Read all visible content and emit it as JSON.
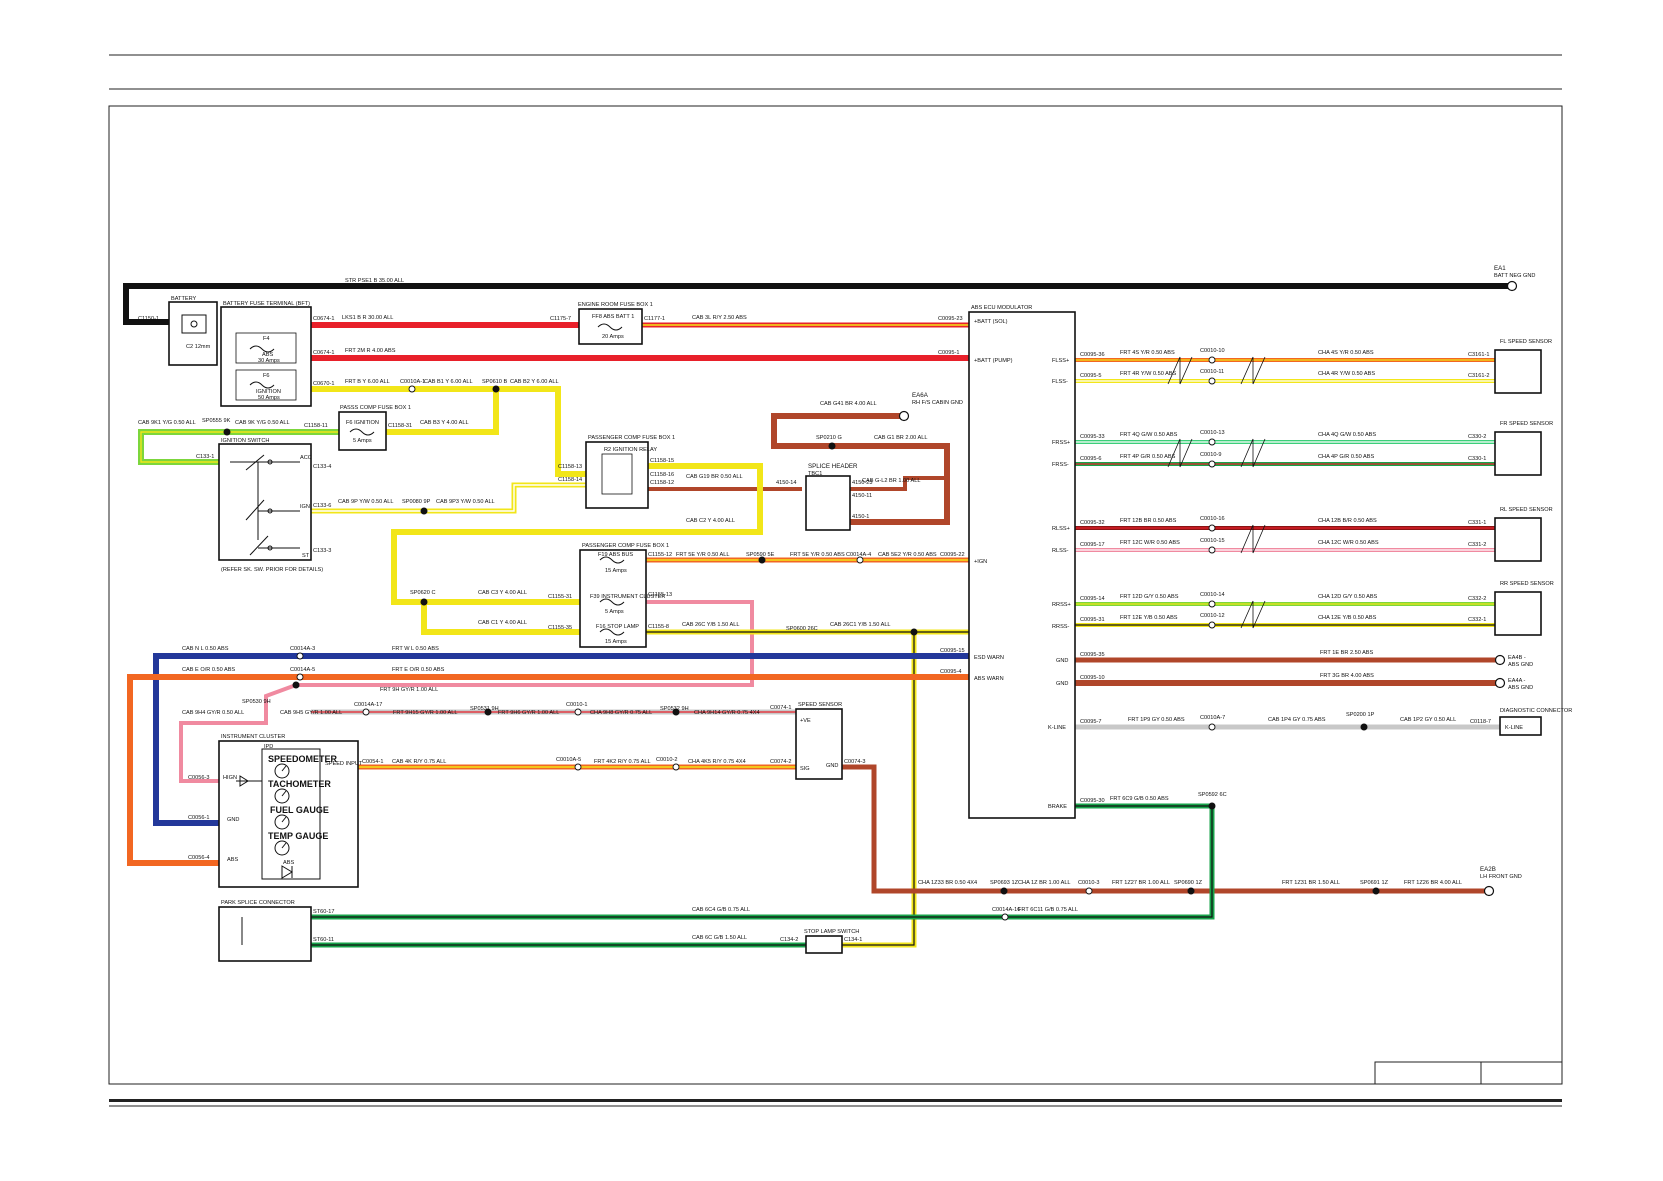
{
  "colors": {
    "black": "#111111",
    "red": "#e8202a",
    "orange": "#f26722",
    "yellow": "#f2e619",
    "green": "#17a34a",
    "lightgreen": "#7cd63c",
    "blue": "#23389a",
    "brown": "#b0462a",
    "grey": "#c8c8c8",
    "pink": "#f08aa0",
    "darkred": "#8b1414",
    "white": "#ffffff"
  },
  "components": {
    "battery": "BATTERY",
    "battery_sub": "C2 12mm",
    "bft": "BATTERY FUSE TERMINAL (BFT)",
    "f4": "F4",
    "f4_sub": "ABS",
    "f4_amp": "30 Amps",
    "f6": "F6",
    "f6_sub": "IGNITION",
    "f6_amp": "50 Amps",
    "ecfb": "ENGINE ROOM FUSE BOX 1",
    "ecfb_fuse": "FF8 ABS BATT 1",
    "ecfb_amp": "20 Amps",
    "pass_fb2": "PASSS COMP FUSE BOX 1",
    "pass_fb2_fuse": "F6 IGNITION",
    "pass_fb2_amp": "5 Amps",
    "ign_switch": "IGNITION SWITCH",
    "ign_note": "(REFER SK. SW. PRIOR FOR DETAILS)",
    "ign_acc": "ACC",
    "ign_ign": "IGN",
    "ign_st": "ST",
    "pcfb1": "PASSENGER COMP FUSE BOX 1",
    "pcfb1_relay": "R2 IGNITION RELAY",
    "splice": "SPLICE HEADER",
    "splice_sub": "TBC1",
    "pcfb_low": "PASSENGER COMP FUSE BOX 1",
    "pcfb_low_f1": "F19 ABS BUS",
    "pcfb_low_f1_amp": "15 Amps",
    "pcfb_low_f2": "F39 INSTRUMENT CLUSTER",
    "pcfb_low_f2_amp": "5 Amps",
    "pcfb_low_f3": "F16 STOP LAMP",
    "pcfb_low_f3_amp": "15 Amps",
    "abs": "ABS ECU MODULATOR",
    "abs_batt_sol": "+BATT (SOL)",
    "abs_batt_pump": "+BATT (PUMP)",
    "abs_ign": "+IGN",
    "abs_esd": "ESD WARN",
    "abs_warn": "ABS WARN",
    "abs_flss_p": "FLSS+",
    "abs_flss_m": "FLSS-",
    "abs_frss_p": "FRSS+",
    "abs_frss_m": "FRSS-",
    "abs_rlss_p": "RLSS+",
    "abs_rlss_m": "RLSS-",
    "abs_rrss_p": "RRSS+",
    "abs_rrss_m": "RRSS-",
    "abs_gnd1": "GND",
    "abs_gnd2": "GND",
    "abs_kline": "K-LINE",
    "abs_brake": "BRAKE",
    "fl_sensor": "FL SPEED SENSOR",
    "fr_sensor": "FR SPEED SENSOR",
    "rl_sensor": "RL SPEED SENSOR",
    "rr_sensor": "RR SPEED SENSOR",
    "diag": "DIAGNOSTIC CONNECTOR",
    "diag_kline": "K-LINE",
    "speed_sensor": "SPEED SENSOR",
    "speed_ve": "+VE",
    "speed_sig": "SIG",
    "speed_gnd": "GND",
    "cluster": "INSTRUMENT CLUSTER",
    "cluster_ipd": "IPD",
    "gauge_speedo": "SPEEDOMETER",
    "gauge_tacho": "TACHOMETER",
    "gauge_fuel": "FUEL GAUGE",
    "gauge_temp": "TEMP GAUGE",
    "cluster_speed_in": "SPEED INPUT",
    "cluster_hign": "HIGN",
    "cluster_gnd": "GND",
    "cluster_abs": "ABS",
    "cluster_abs_lamp": "ABS",
    "park_splice": "PARK SPLICE CONNECTOR",
    "stop_switch": "STOP LAMP SWITCH",
    "ea1": "EA1",
    "ea1_sub": "BATT NEG GND",
    "ea6a": "EA6A",
    "ea6a_sub": "RH F/S CABIN GND",
    "ea4b": "EA4B -",
    "ea4b_sub": "ABS GND",
    "ea4a": "EA4A -",
    "ea4a_sub": "ABS GND",
    "ea2b": "EA2B",
    "ea2b_sub": "LH FRONT GND"
  },
  "wires": {
    "w_str": "STR   PSE1 B 35.00 ALL",
    "w_lk": "LKS1   B R 30.00 ALL",
    "w_abs_sol": "CAB    3L R/Y 2.50 ABS",
    "w_abs_pump": "FRT    2M R 4.00 ABS",
    "w_frt_by": "FRT    B Y 6.00 ALL",
    "w_cab_b1": "CAB   B1 Y 6.00 ALL",
    "w_sp0610": "SP0610 B",
    "w_cab_b2": "CAB   B2 Y 6.00 ALL",
    "w_cab_b3": "CAB    B3 Y 4.00 ALL",
    "w_cab_9k1": "CAB   9K1 Y/G 0.50 ALL",
    "w_sp0555": "SP0555 9K",
    "w_cab_9k": "CAB   9K Y/G 0.50 ALL",
    "w_cab_9p": "CAB    9P Y/W 0.50 ALL",
    "w_sp0080": "SP0080 9P",
    "w_cab_9p3": "CAB   9P3 Y/W 0.50 ALL",
    "w_cab_g41": "CAB     G41 BR 4.00 ALL",
    "w_sp0210": "SP0210 G",
    "w_cab_g1": "CAB    G1 BR 2.00 ALL",
    "w_cab_g19": "CAB    G19 BR 0.50 ALL",
    "w_cab_gl2": "CAB    G-L2 BR 1.00 ALL",
    "w_cab_c2": "CAB    C2 Y 4.00 ALL",
    "w_frt_5e": "FRT    5E Y/R 0.50 ALL",
    "w_sp0590": "SP0590 5E",
    "w_frt_5e2": "FRT    5E Y/R 0.50 ABS",
    "w_cab_5e2": "CAB    5E2 Y/R 0.50 ABS",
    "w_sp0620": "SP0620 C",
    "w_cab_c3": "CAB    C3 Y 4.00 ALL",
    "w_cab_c1": "CAB    C1 Y 4.00 ALL",
    "w_cab_26c": "CAB    26C Y/B 1.50 ALL",
    "w_sp0600": "SP0600 26C",
    "w_cab_26c1": "CAB    26C1 Y/B 1.50 ALL",
    "w_cab_nl": "CAB    N L 0.50 ABS",
    "w_frt_wl": "FRT    W L 0.50 ABS",
    "w_cab_e": "CAB    E O/R 0.50 ABS",
    "w_frt_e": "FRT    E O/R 0.50 ABS",
    "w_frt_9h": "FRT    9H GY/R 1.00 ALL",
    "w_sp0530": "SP0530 9H",
    "w_cab_9h4": "CAB    9H4 GY/R 0.50 ALL",
    "w_cab_9h5": "CAB    9H5 GY/R 1.00 ALL",
    "w_frt_9h15": "FRT    9H15 GY/R 1.00 ALL",
    "w_sp0531": "SP0531 9H",
    "w_frt_9h6": "FRT    9H6 GY/R 1.00 ALL",
    "w_cha_9h8": "CHA    9H8 GY/R 0.75 ALL",
    "w_sp0532": "SP0532 9H",
    "w_cha_9h14": "CHA    9H14 GY/R 0.75 4X4",
    "w_cab_4k": "CAB    4K R/Y 0.75 ALL",
    "w_frt_4k2": "FRT    4K2 R/Y 0.75 ALL",
    "w_cha_4k5": "CHA    4K5 R/Y 0.75 4X4",
    "w_fl1": "FRT    4S Y/R 0.50 ABS",
    "w_fl1c": "CHA    4S Y/R 0.50 ABS",
    "w_fl2": "FRT    4R Y/W 0.50 ABS",
    "w_fl2c": "CHA    4R Y/W 0.50 ABS",
    "w_fr1": "FRT    4Q G/W 0.50 ABS",
    "w_fr1c": "CHA    4Q G/W 0.50 ABS",
    "w_fr2": "FRT    4P G/R 0.50 ABS",
    "w_fr2c": "CHA    4P G/R 0.50 ABS",
    "w_rl1": "FRT    12B BR 0.50 ABS",
    "w_rl1c": "CHA    12B B/R 0.50 ABS",
    "w_rl2": "FRT    12C W/R 0.50 ABS",
    "w_rl2c": "CHA    12C W/R 0.50 ABS",
    "w_rr1": "FRT    12D G/Y 0.50 ABS",
    "w_rr1c": "CHA    12D G/Y 0.50 ABS",
    "w_rr2": "FRT    12E Y/B 0.50 ABS",
    "w_rr2c": "CHA    12E Y/B 0.50 ABS",
    "w_gnd1": "FRT    1E BR 2.50 ABS",
    "w_gnd2": "FRT    3G BR 4.00 ABS",
    "w_k1": "FRT    1P9 GY 0.50 ABS",
    "w_k2": "CAB    1P4 GY 0.75 ABS",
    "w_sp0200": "SP0200 1P",
    "w_k3": "CAB    1P2 GY 0.50 ALL",
    "w_sp0592": "SP0592 6C",
    "w_frt_6c9": "FRT    6C9 G/B 0.50 ABS",
    "w_cha_1z33": "CHA    1Z33 BR 0.50 4X4",
    "w_sp0693": "SP0693 1Z",
    "w_cha_1z": "CHA    1Z BR 1.00 ALL",
    "w_frt_1z27": "FRT    1Z27 BR 1.00 ALL",
    "w_sp0690": "SP0690 1Z",
    "w_frt_1z31": "FRT    1Z31 BR 1.50 ALL",
    "w_sp0691": "SP0691 1Z",
    "w_frt_1z26": "FRT    1Z26 BR 4.00 ALL",
    "w_cab_6c4": "CAB    6C4 G/B 0.75 ALL",
    "w_frt_6c11": "FRT    6C11 G/B 0.75 ALL",
    "w_cab_6c": "CAB    6C G/B 1.50 ALL"
  },
  "connectors": {
    "c1": "C1150-1",
    "c2": "C0674-1",
    "c3": "C0674-1",
    "c4": "C0670-1",
    "c5": "C1175-7",
    "c6": "C1177-1",
    "c7": "C0095-23",
    "c8": "C0095-1",
    "c9": "C0010A-1",
    "c10": "C1158-11",
    "c11": "C1158-31",
    "c12": "C133-1",
    "c13": "C133-4",
    "c14": "C133-6",
    "c15": "C133-3",
    "c16": "C1158-13",
    "c17": "C1158-14",
    "c18": "C1158-15",
    "c19": "C1158-12",
    "c20": "C1158-16",
    "c21": "4150-14",
    "c22": "4150-23",
    "c23": "4150-11",
    "c24": "4150-1",
    "c25": "C1155-12",
    "c26": "C0095-22",
    "c27": "C0014A-4",
    "c28": "C1155-31",
    "c29": "C1155-13",
    "c30": "C1155-35",
    "c31": "C1155-8",
    "c32": "C0014A-3",
    "c33": "C0095-15",
    "c34": "C0014A-5",
    "c35": "C0095-4",
    "c36": "C0014A-17",
    "c37": "C0010-1",
    "c38": "C0074-1",
    "c39": "C0056-3",
    "c40": "C0056-1",
    "c41": "C0056-4",
    "c42": "C0054-1",
    "c43": "C0010A-5",
    "c44": "C0010-2",
    "c45": "C0074-2",
    "c46": "C0074-3",
    "c47": "C0095-36",
    "c48": "C0095-5",
    "c49": "C0095-33",
    "c50": "C0095-6",
    "c51": "C0095-32",
    "c52": "C0095-17",
    "c53": "C0095-14",
    "c54": "C0095-31",
    "c55": "C0095-35",
    "c56": "C0095-10",
    "c57": "C0095-7",
    "c58": "C0095-30",
    "c59": "C0010-3",
    "c60": "C0014A-16",
    "c61": "C134-2",
    "c62": "C134-1",
    "c63": "ST60-17",
    "c64": "ST60-11",
    "c65": "C0010-10",
    "c66": "C0010-11",
    "c67": "C0010-13",
    "c68": "C0010-9",
    "c69": "C0010-16",
    "c70": "C0010-15",
    "c71": "C0010-14",
    "c72": "C0010-12",
    "c73": "C0010A-7",
    "c74": "C0118-7",
    "c75": "C3161-1",
    "c76": "C3161-2",
    "c77": "C330-2",
    "c78": "C330-1",
    "c79": "C331-1",
    "c80": "C331-2",
    "c81": "C332-2",
    "c82": "C332-1"
  }
}
